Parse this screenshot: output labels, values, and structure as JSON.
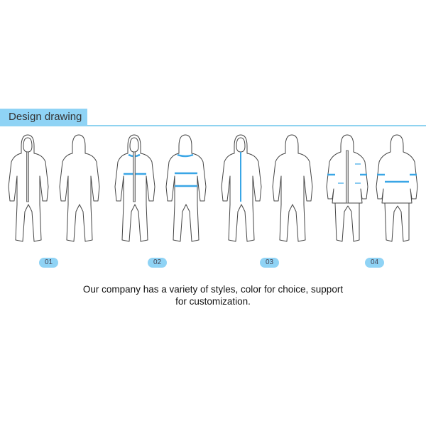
{
  "section": {
    "title": "Design drawing",
    "accent_color": "#8fd3f5"
  },
  "designs": [
    {
      "number": "01",
      "front": "hooded coverall with gray zipper",
      "back": "plain hooded coverall"
    },
    {
      "number": "02",
      "front": "hooded coverall with blue collar and waist tape, gray zipper",
      "back": "blue collar, chest and waist tape"
    },
    {
      "number": "03",
      "front": "hooded coverall with blue zipper",
      "back": "plain hooded coverall"
    },
    {
      "number": "04",
      "front": "hooded jacket with trousers, blue arm bands and pocket trims, gray zipper",
      "back": "blue arm bands and waist band"
    }
  ],
  "caption": {
    "line1": "Our company has a variety of styles, color for choice, support",
    "line2": "for customization."
  }
}
